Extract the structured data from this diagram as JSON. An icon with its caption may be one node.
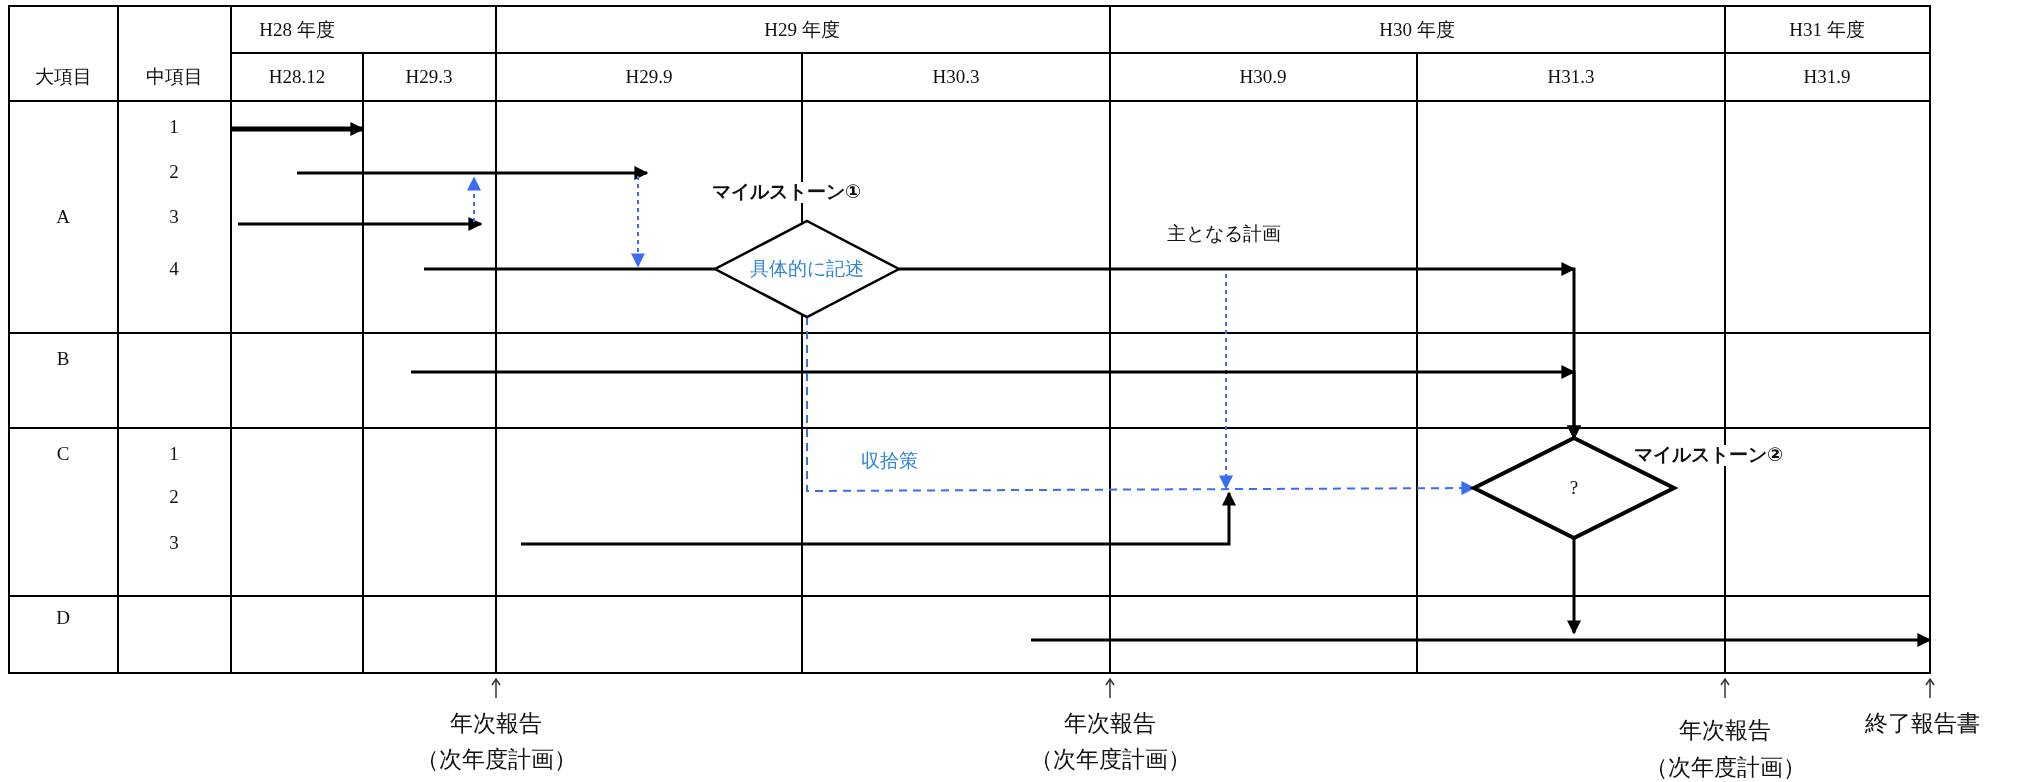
{
  "diagram": {
    "nodes": [
      {
        "text": [
          "マイルストーン①",
          "具体的に記述"
        ]
      },
      {
        "text": [
          "マイルストーン②",
          "?"
        ]
      }
    ],
    "edges": [
      {
        "from": null,
        "to": 0,
        "arrow": "none"
      },
      {
        "from": 0,
        "to": 1,
        "arrow": "to"
      },
      {
        "from": null,
        "to": 1,
        "arrow": "to"
      },
      {
        "from": 0,
        "to": 1,
        "arrow": "to",
        "label": "収拾策",
        "style": "dashed",
        "color": "#3a6cf4"
      },
      {
        "from": 1,
        "to": null,
        "arrow": "to"
      }
    ],
    "labels": [
      "大項目",
      "中項目",
      "H28 年度",
      "H29 年度",
      "H30 年度",
      "H31 年度",
      "H28.12",
      "H29.3",
      "H29.9",
      "H30.3",
      "H30.9",
      "H31.3",
      "H31.9",
      "1",
      "2",
      "A",
      "3",
      "主となる計画",
      "4",
      "B",
      "C",
      "1",
      "2",
      "3",
      "D",
      "年次報告",
      "年次報告",
      "年次報告",
      "終了報告書",
      "（次年度計画）",
      "（次年度計画）",
      "（次年度計画）"
    ]
  }
}
